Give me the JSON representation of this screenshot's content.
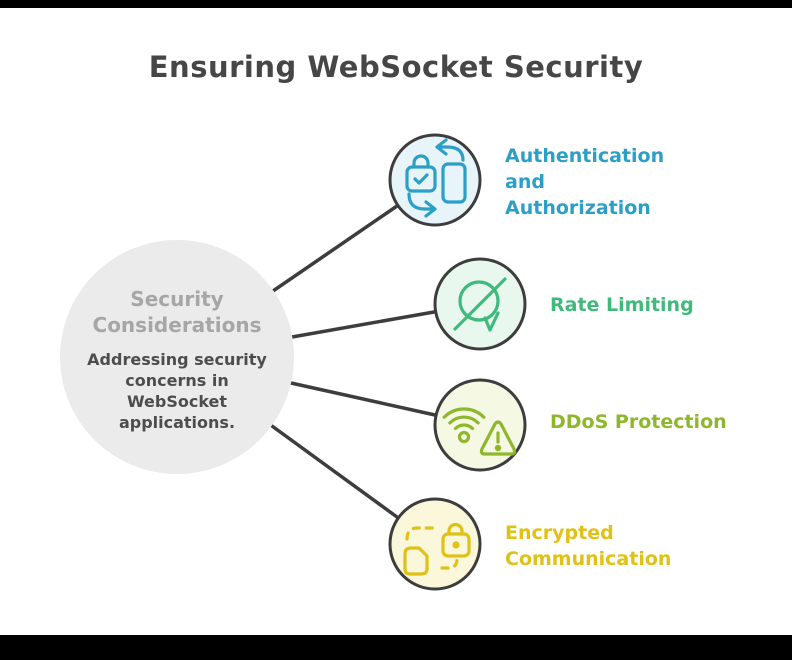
{
  "title": "Ensuring WebSocket Security",
  "colors": {
    "background": "#FFFFFF",
    "edge_bars": "#000000",
    "outline": "#3D3D3D",
    "connector": "#3D3D3D",
    "center_fill": "#EBEBEB",
    "center_heading": "#A6A6A6",
    "center_body": "#4D4D4D",
    "title_text": "#464646"
  },
  "center": {
    "heading": "Security Considerations",
    "description": "Addressing security concerns in WebSocket applications."
  },
  "nodes": [
    {
      "label": "Authentication and Authorization",
      "label_lines": [
        "Authentication",
        "and",
        "Authorization"
      ],
      "color": "#2B9FC7",
      "fill": "#E7F5FA",
      "icon": "lock-sync-phone-icon"
    },
    {
      "label": "Rate Limiting",
      "label_lines": [
        "Rate Limiting"
      ],
      "color": "#3FBA7B",
      "fill": "#E8F8EF",
      "icon": "muted-chat-icon"
    },
    {
      "label": "DDoS Protection",
      "label_lines": [
        "DDoS Protection"
      ],
      "color": "#8FB72E",
      "fill": "#F5F8E2",
      "icon": "wifi-warning-icon"
    },
    {
      "label": "Encrypted Communication",
      "label_lines": [
        "Encrypted",
        "Communication"
      ],
      "color": "#E0C216",
      "fill": "#FAF7DA",
      "icon": "locked-file-transfer-icon"
    }
  ]
}
